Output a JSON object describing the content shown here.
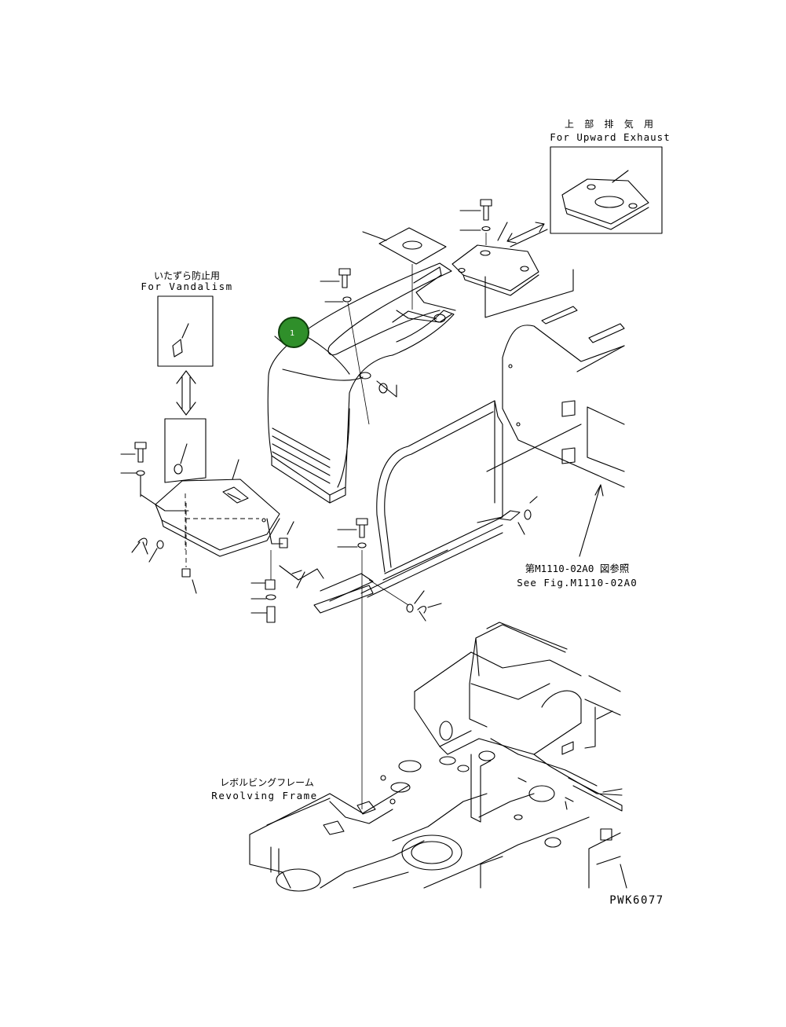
{
  "labels": {
    "upward_exhaust_jp": "上 部 排 気 用",
    "upward_exhaust_en": "For Upward Exhaust",
    "vandalism_jp": "いたずら防止用",
    "vandalism_en": "For Vandalism",
    "see_fig_jp": "第M1110-02A0 図参照",
    "see_fig_en": "See Fig.M1110-02A0",
    "revolving_frame_jp": "レボルビングフレーム",
    "revolving_frame_en": "Revolving Frame",
    "drawing_number": "PWK6077"
  },
  "callouts": [
    {
      "number": "1"
    }
  ],
  "colors": {
    "callout_fill": "#2f8f2a",
    "callout_border": "#0f3f0c",
    "callout_text": "#ffffff",
    "line": "#000000",
    "background": "#ffffff"
  }
}
